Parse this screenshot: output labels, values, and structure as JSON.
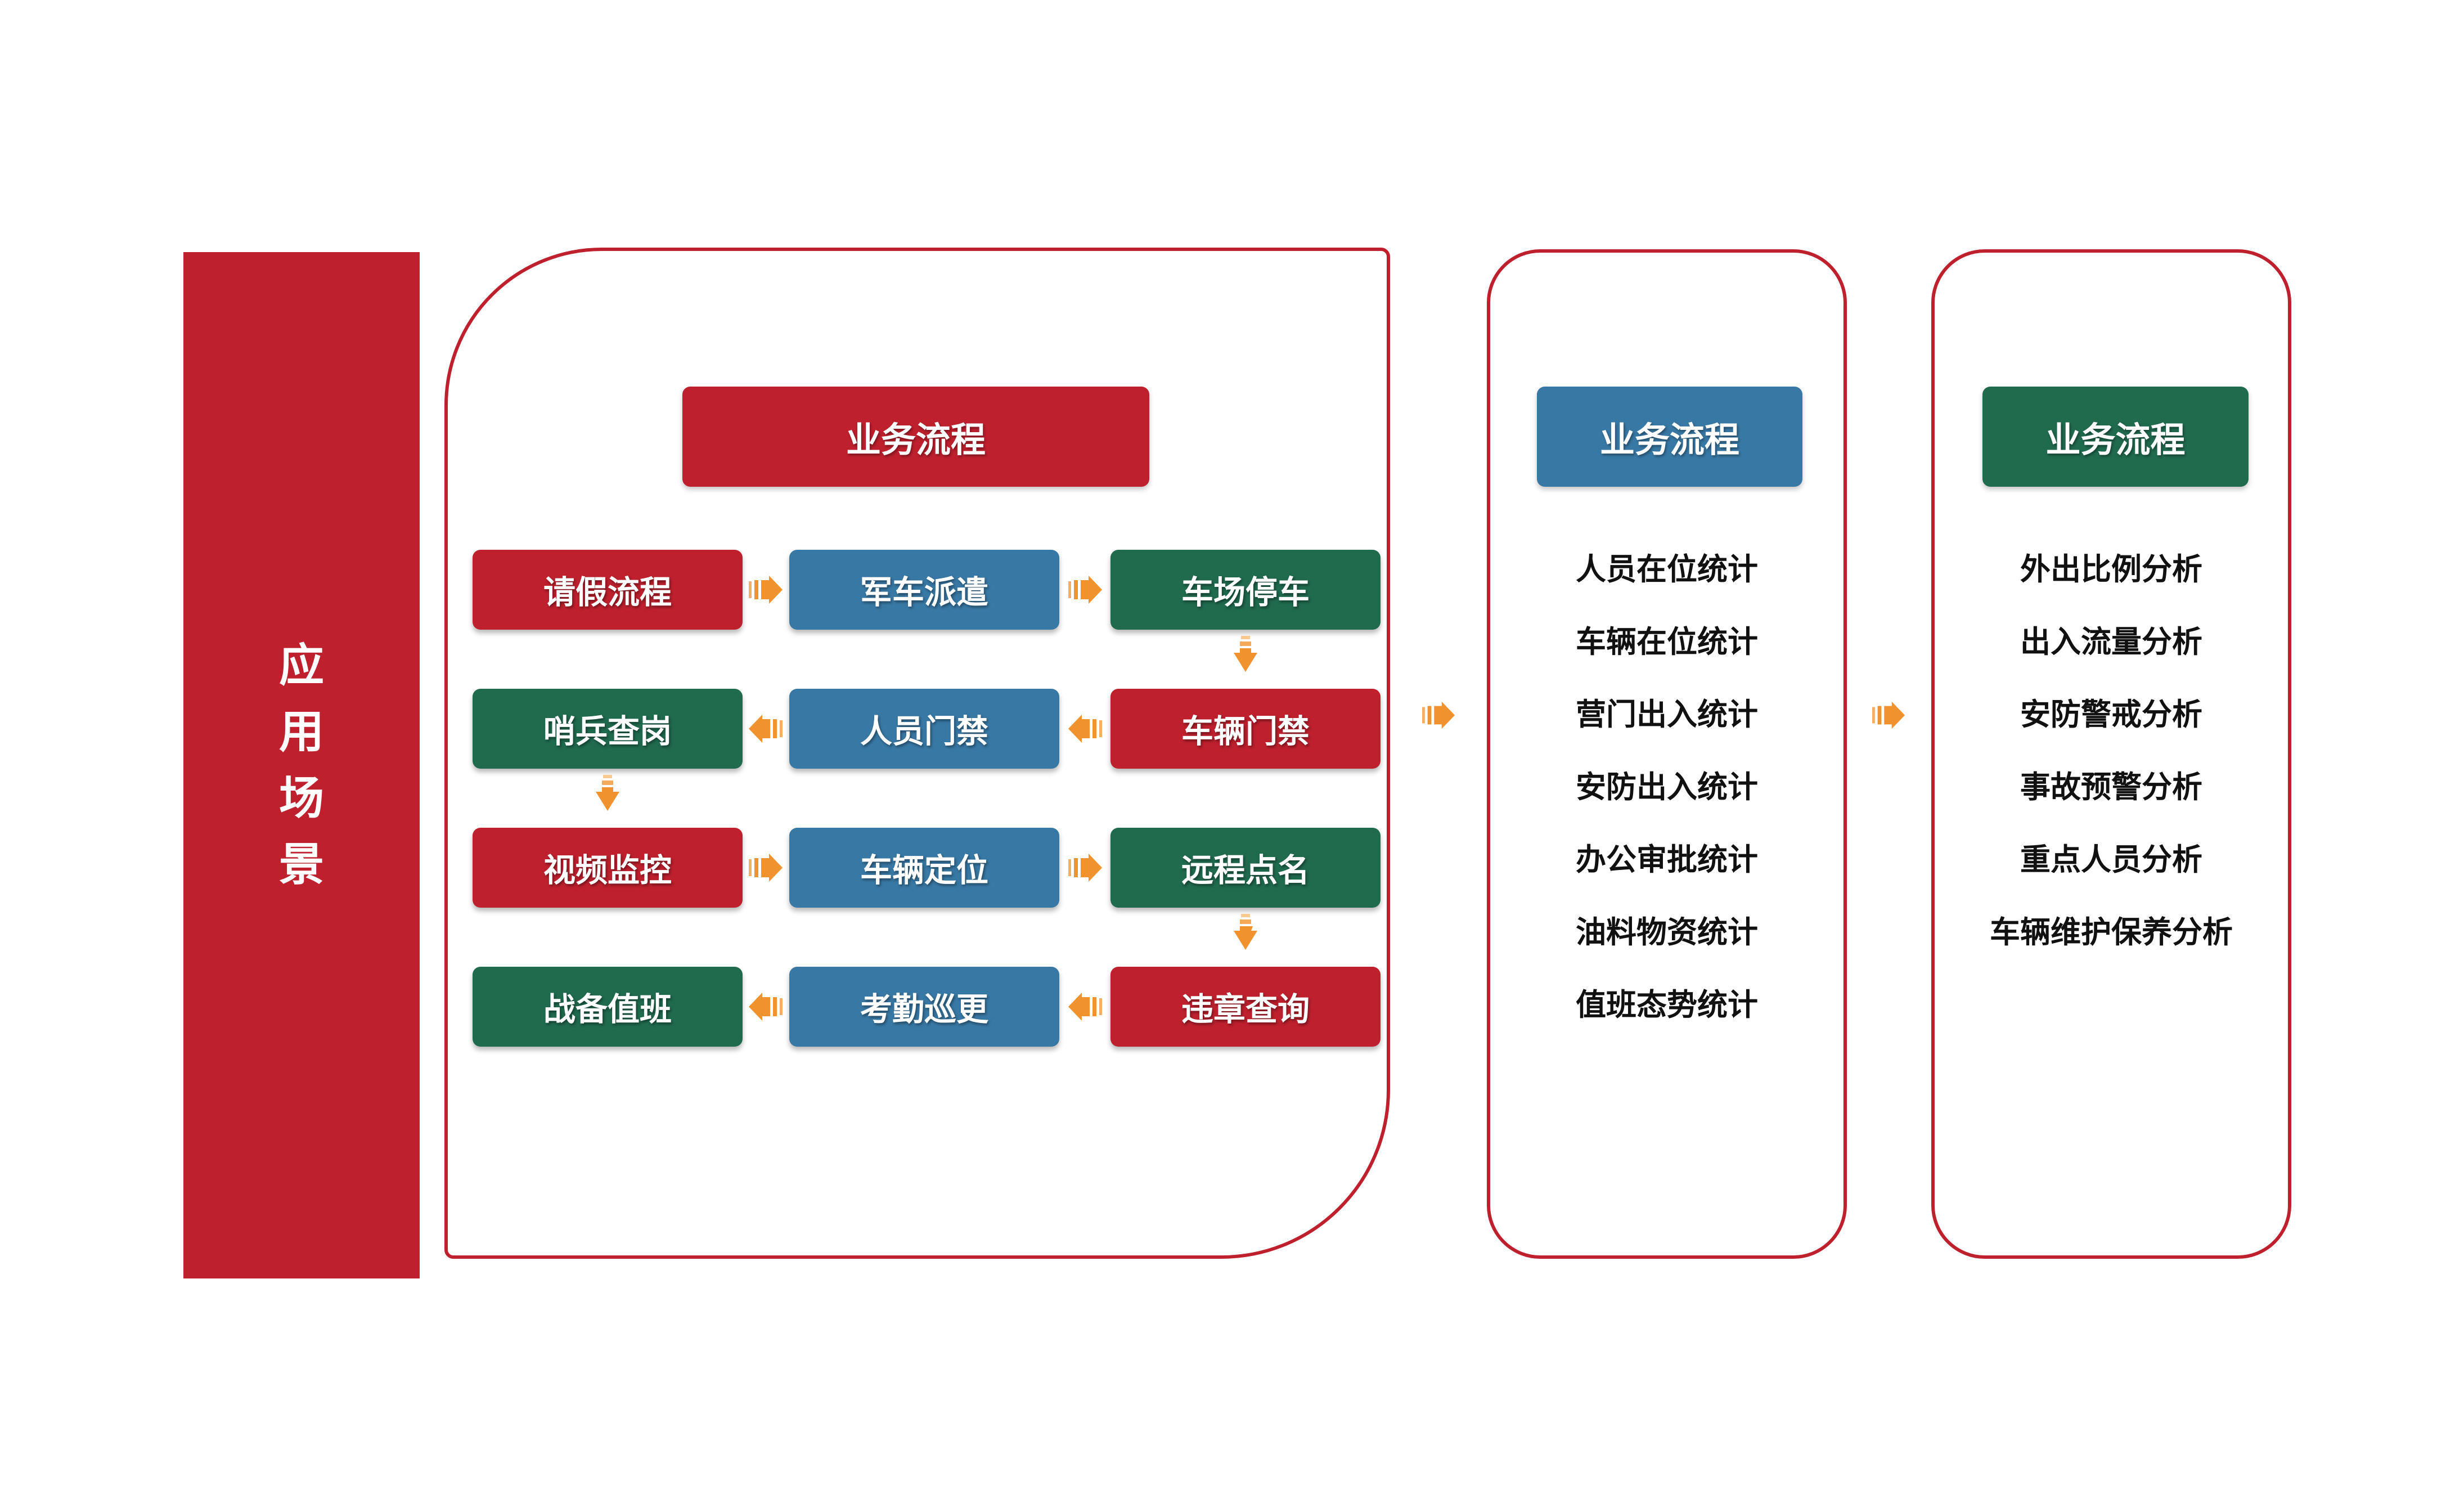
{
  "sidebar": {
    "label": "应用场景",
    "chars": [
      "应",
      "用",
      "场",
      "景"
    ]
  },
  "colors": {
    "red": "#BE202E",
    "blue": "#3878A4",
    "green": "#206A4E",
    "arrow_orange": "#F0922D",
    "arrow_orange_light": "#F5AE63",
    "arrow_orange_pale": "#F9C98F",
    "panel_border": "#BE202E",
    "text_dark": "#111111",
    "text_light": "#FFFFFF"
  },
  "main_panel": {
    "header": "业务流程",
    "header_color": "red",
    "rows": [
      {
        "flow_direction": "right",
        "boxes": [
          {
            "label": "请假流程",
            "color": "red"
          },
          {
            "label": "军车派遣",
            "color": "blue"
          },
          {
            "label": "车场停车",
            "color": "green"
          }
        ]
      },
      {
        "flow_direction": "left",
        "boxes": [
          {
            "label": "哨兵查岗",
            "color": "green"
          },
          {
            "label": "人员门禁",
            "color": "blue"
          },
          {
            "label": "车辆门禁",
            "color": "red"
          }
        ]
      },
      {
        "flow_direction": "right",
        "boxes": [
          {
            "label": "视频监控",
            "color": "red"
          },
          {
            "label": "车辆定位",
            "color": "blue"
          },
          {
            "label": "远程点名",
            "color": "green"
          }
        ]
      },
      {
        "flow_direction": "left",
        "boxes": [
          {
            "label": "战备值班",
            "color": "green"
          },
          {
            "label": "考勤巡更",
            "color": "blue"
          },
          {
            "label": "违章查询",
            "color": "red"
          }
        ]
      }
    ],
    "down_links": [
      "车场停车→车辆门禁",
      "哨兵查岗→视频监控",
      "远程点名→违章查询"
    ]
  },
  "stats_panel": {
    "header": "业务流程",
    "header_color": "blue",
    "items": [
      "人员在位统计",
      "车辆在位统计",
      "营门出入统计",
      "安防出入统计",
      "办公审批统计",
      "油料物资统计",
      "值班态势统计"
    ]
  },
  "analysis_panel": {
    "header": "业务流程",
    "header_color": "green",
    "items": [
      "外出比例分析",
      "出入流量分析",
      "安防警戒分析",
      "事故预警分析",
      "重点人员分析",
      "车辆维护保养分析"
    ]
  }
}
